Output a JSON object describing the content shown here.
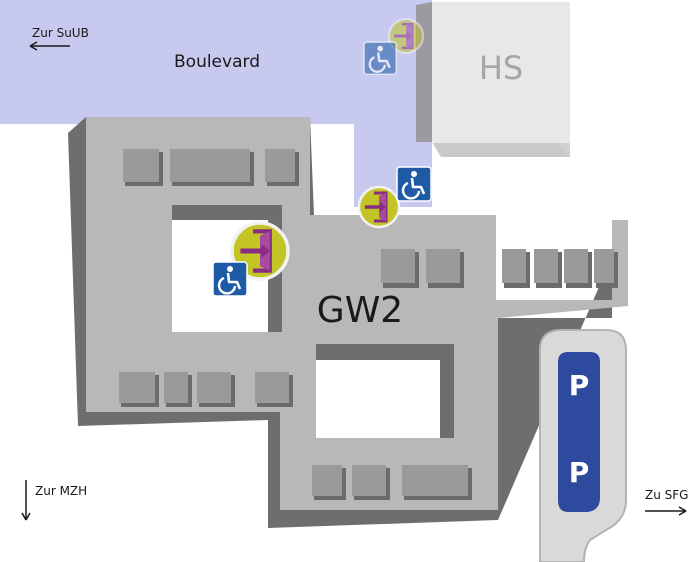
{
  "map": {
    "labels": {
      "boulevard": "Boulevard",
      "building_main": "GW2",
      "building_hs": "HS"
    },
    "directions": [
      {
        "id": "suub",
        "text": "Zur SuUB",
        "arrow": "left"
      },
      {
        "id": "mzh",
        "text": "Zur MZH",
        "arrow": "down"
      },
      {
        "id": "sfg",
        "text": "Zu SFG",
        "arrow": "right"
      }
    ],
    "parking": {
      "labels": [
        "P",
        "P"
      ],
      "color": "#2e4a9e"
    },
    "icons": [
      "wheelchair-accessible-icon",
      "entrance-door-icon"
    ],
    "colors": {
      "boulevard": "#c7c9ee",
      "building": "#b8b8b8",
      "building_shadow": "#6e6e6e",
      "hs_building": "#e6e6e6",
      "entrance_circle": "#c3c425",
      "door": "#8a2c84",
      "accessible_blue": "#1e5aa6"
    }
  }
}
